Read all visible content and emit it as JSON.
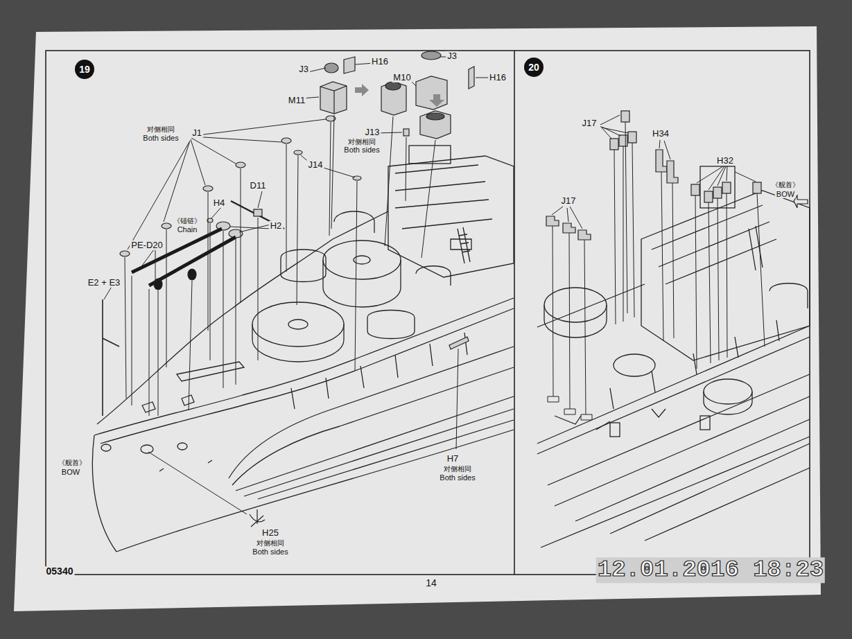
{
  "diagram": {
    "nodes": [
      {
        "text": [
          "19"
        ]
      },
      {
        "text": [
          "20"
        ]
      }
    ],
    "labels": [
      "J3",
      "H16",
      "M11",
      "J3",
      "M10",
      "H16",
      "对侧相同",
      "Both sides",
      "J1",
      "J13",
      "对侧相同",
      "Both sides",
      "J14",
      "D11",
      "H4",
      "H2",
      "《锚链》",
      "Chain",
      "PE-D20",
      "E2 + E3",
      "《舰首》",
      "BOW",
      "H7",
      "对侧相同",
      "Both sides",
      "H25",
      "对侧相同",
      "Both sides",
      "05340",
      "14",
      "12.01.2016 18:23",
      "J17",
      "H34",
      "H32",
      "J17",
      "《舰首》",
      "BOW"
    ]
  }
}
